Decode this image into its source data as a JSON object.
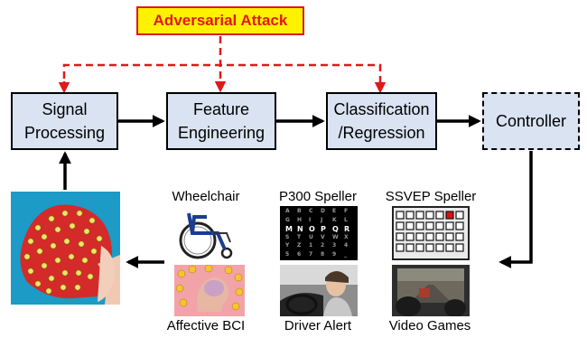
{
  "attack": {
    "label": "Adversarial Attack"
  },
  "pipeline": [
    {
      "id": "signal",
      "label": "Signal\nProcessing"
    },
    {
      "id": "feature",
      "label": "Feature\nEngineering"
    },
    {
      "id": "classification",
      "label": "Classification\n/Regression"
    },
    {
      "id": "controller",
      "label": "Controller"
    }
  ],
  "applications": {
    "wheelchair": "Wheelchair",
    "p300": "P300 Speller",
    "ssvep": "SSVEP Speller",
    "affective": "Affective BCI",
    "driver": "Driver Alert",
    "games": "Video Games"
  },
  "p300_grid": [
    [
      "A",
      "B",
      "C",
      "D",
      "E",
      "F"
    ],
    [
      "G",
      "H",
      "I",
      "J",
      "K",
      "L"
    ],
    [
      "M",
      "N",
      "O",
      "P",
      "Q",
      "R"
    ],
    [
      "S",
      "T",
      "U",
      "V",
      "W",
      "X"
    ],
    [
      "Y",
      "Z",
      "1",
      "2",
      "3",
      "4"
    ],
    [
      "5",
      "6",
      "7",
      "8",
      "9",
      "_"
    ]
  ],
  "colors": {
    "attack_red": "#e0191b",
    "attack_fill": "#fff200",
    "box_fill": "#d9e3f1"
  }
}
